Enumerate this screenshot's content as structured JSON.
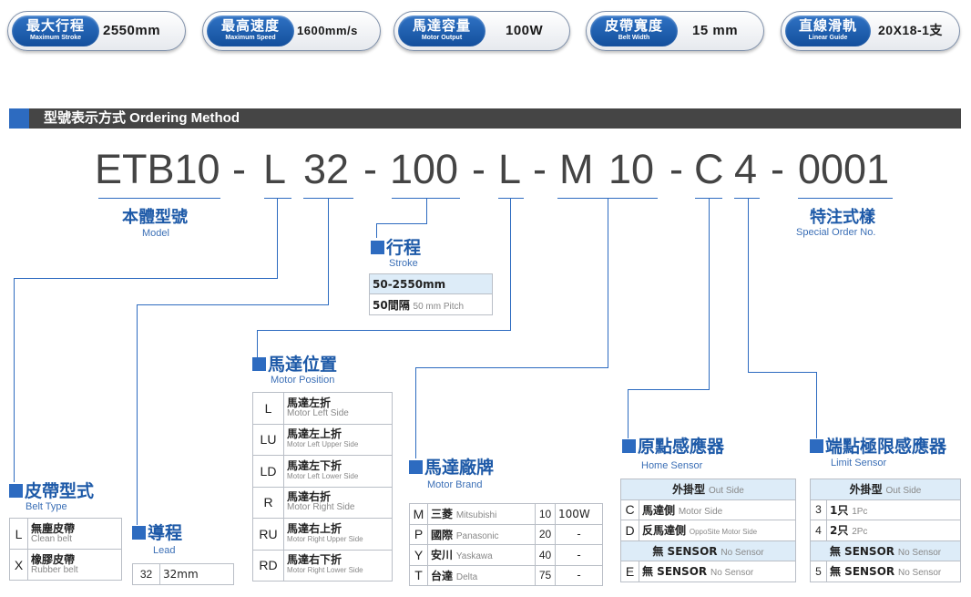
{
  "specs": [
    {
      "zh": "最大行程",
      "en": "Maximum Stroke",
      "value": "2550mm"
    },
    {
      "zh": "最高速度",
      "en": "Maximum Speed",
      "value": "1600mm/s"
    },
    {
      "zh": "馬達容量",
      "en": "Motor Output",
      "value": "100W"
    },
    {
      "zh": "皮帶寬度",
      "en": "Belt Width",
      "value": "15 mm"
    },
    {
      "zh": "直線滑軌",
      "en": "Linear Guide",
      "value": "20X18-1支"
    }
  ],
  "section": {
    "title": "型號表示方式  Ordering Method"
  },
  "code": {
    "model": "ETB10",
    "belt": "L",
    "lead": "32",
    "stroke": "100",
    "motor_pos": "L",
    "brand": "M",
    "motor_power": "10",
    "home": "C",
    "limit": "4",
    "special": "0001",
    "dash": "-"
  },
  "model": {
    "zh": "本體型號",
    "en": "Model"
  },
  "special": {
    "zh": "特注式樣",
    "en": "Special Order No."
  },
  "stroke": {
    "zh": "行程",
    "en": "Stroke",
    "range": "50-2550mm",
    "pitch_zh": "50間隔",
    "pitch_en": "50 mm Pitch"
  },
  "belt_type": {
    "zh": "皮帶型式",
    "en": "Belt Type",
    "rows": [
      {
        "code": "L",
        "zh": "無塵皮帶",
        "en": "Clean belt"
      },
      {
        "code": "X",
        "zh": "橡膠皮帶",
        "en": "Rubber belt"
      }
    ]
  },
  "lead": {
    "zh": "導程",
    "en": "Lead",
    "code": "32",
    "value": "32mm"
  },
  "motor_position": {
    "zh": "馬達位置",
    "en": "Motor Position",
    "rows": [
      {
        "code": "L",
        "zh": "馬達左折",
        "en": "Motor Left Side"
      },
      {
        "code": "LU",
        "zh": "馬達左上折",
        "en": "Motor Left Upper Side"
      },
      {
        "code": "LD",
        "zh": "馬達左下折",
        "en": "Motor Left Lower Side"
      },
      {
        "code": "R",
        "zh": "馬達右折",
        "en": "Motor Right Side"
      },
      {
        "code": "RU",
        "zh": "馬達右上折",
        "en": "Motor Right Upper Side"
      },
      {
        "code": "RD",
        "zh": "馬達右下折",
        "en": "Motor Right Lower Side"
      }
    ]
  },
  "motor_brand": {
    "zh": "馬達廠牌",
    "en": "Motor Brand",
    "rows": [
      {
        "code": "M",
        "zh": "三菱",
        "en": "Mitsubishi",
        "num": "10",
        "power": "100W"
      },
      {
        "code": "P",
        "zh": "國際",
        "en": "Panasonic",
        "num": "20",
        "power": "-"
      },
      {
        "code": "Y",
        "zh": "安川",
        "en": "Yaskawa",
        "num": "40",
        "power": "-"
      },
      {
        "code": "T",
        "zh": "台達",
        "en": "Delta",
        "num": "75",
        "power": "-"
      }
    ]
  },
  "home_sensor": {
    "zh": "原點感應器",
    "en": "Home Sensor",
    "header_zh": "外掛型",
    "header_en": "Out Side",
    "rows": [
      {
        "code": "C",
        "zh": "馬達側",
        "en": "Motor Side"
      },
      {
        "code": "D",
        "zh": "反馬達側",
        "en": "OppoSite Motor Side"
      }
    ],
    "none_zh": "無 SENSOR",
    "none_en": "No Sensor",
    "last": {
      "code": "E",
      "zh": "無 SENSOR",
      "en": "No Sensor"
    }
  },
  "limit_sensor": {
    "zh": "端點極限感應器",
    "en": "Limit Sensor",
    "header_zh": "外掛型",
    "header_en": "Out Side",
    "rows": [
      {
        "code": "3",
        "zh": "1只",
        "en": "1Pc"
      },
      {
        "code": "4",
        "zh": "2只",
        "en": "2Pc"
      }
    ],
    "none_zh": "無 SENSOR",
    "none_en": "No Sensor",
    "last": {
      "code": "5",
      "zh": "無 SENSOR",
      "en": "No Sensor"
    }
  }
}
